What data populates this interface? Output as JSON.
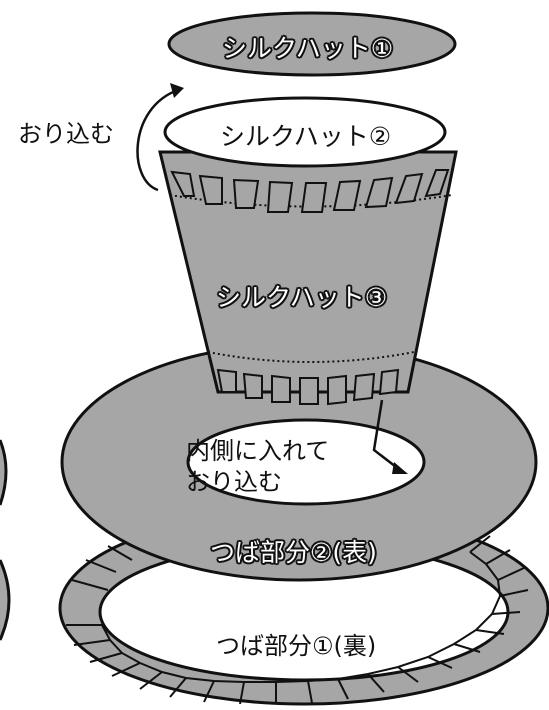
{
  "labels": {
    "hat1": "シルクハット①",
    "hat2": "シルクハット②",
    "hat3": "シルクハット③",
    "fold_in": "おり込む",
    "insert_line1": "内側に入れて",
    "insert_line2": "おり込む",
    "brim2": "つば部分②(表)",
    "brim1": "つば部分①(裏)"
  },
  "colors": {
    "piece_gray": "#a6a6a6",
    "outline": "#111111",
    "background": "#ffffff"
  }
}
